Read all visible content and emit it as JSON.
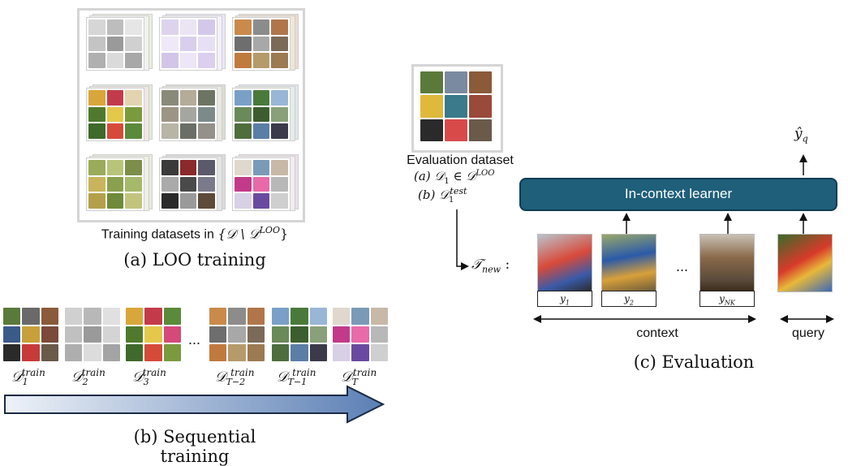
{
  "panel_a": {
    "training_label_prefix": "Training datasets in",
    "training_label_math": "{𝒟 \\ 𝒟",
    "training_label_sup": "LOO",
    "training_label_close": "}",
    "caption": "(a) LOO training"
  },
  "panel_b": {
    "caption": "(b) Sequential training",
    "dataset_labels": [
      {
        "sub": "1",
        "sup": "train"
      },
      {
        "sub": "2",
        "sup": "train"
      },
      {
        "sub": "3",
        "sup": "train"
      },
      {
        "sub": "T−2",
        "sup": "train"
      },
      {
        "sub": "T−1",
        "sup": "train"
      },
      {
        "sub": "T",
        "sup": "train"
      }
    ],
    "script_D": "𝒟",
    "ellipsis": "..."
  },
  "panel_c": {
    "eval_title": "Evaluation dataset",
    "eval_line_a_prefix": "(a) 𝒟",
    "eval_line_a_sub": "1",
    "eval_line_a_mid": " ∈ 𝒟",
    "eval_line_a_sup": "LOO",
    "eval_line_b_prefix": "(b) 𝒟",
    "eval_line_b_sub": "1",
    "eval_line_b_sup": "test",
    "task_label": "𝒯",
    "task_sub": "new",
    "task_colon": " :",
    "learner_label": "In-context learner",
    "output_label": "ŷ",
    "output_sub": "q",
    "context_label": "context",
    "query_label": "query",
    "y_labels": [
      {
        "base": "y",
        "sub": "1"
      },
      {
        "base": "y",
        "sub": "2"
      },
      {
        "base": "y",
        "sub": "NK"
      }
    ],
    "ellipsis": "...",
    "caption": "(c) Evaluation"
  },
  "colors": {
    "learner_fill": "#1f5f7a",
    "learner_border": "#0f3d52",
    "arrow_start": "#eef2f8",
    "arrow_end": "#5b7fb5"
  }
}
